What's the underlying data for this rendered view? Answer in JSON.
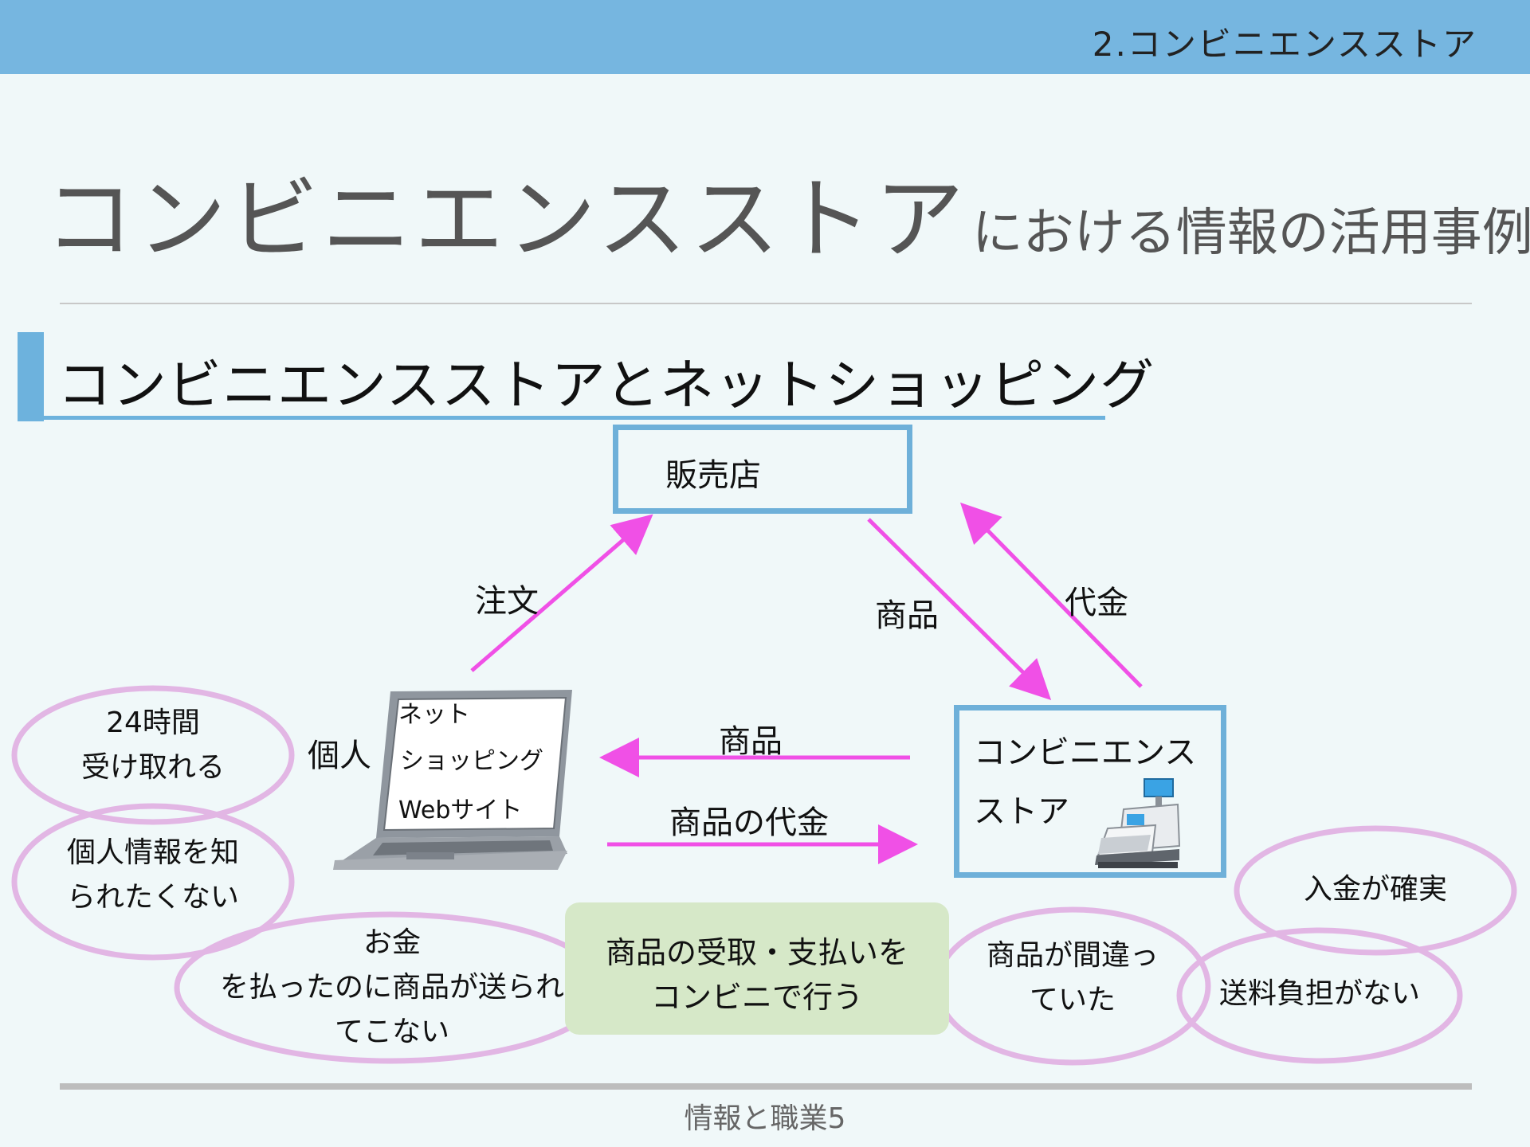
{
  "header": {
    "section_label": "2.コンビニエンスストア"
  },
  "slide": {
    "title_main": "コンビニエンスストア",
    "title_sub": "における情報の活用事例",
    "section_heading": "コンビニエンスストアとネットショッピング"
  },
  "diagram": {
    "nodes": {
      "shop": "販売店",
      "individual": "個人",
      "convenience_store_line1": "コンビニエンス",
      "convenience_store_line2": "ストア"
    },
    "laptop_screen": [
      "ネット",
      "ショッピング",
      "Webサイト"
    ],
    "arrows": {
      "order": "注文",
      "goods_shop_to_store": "商品",
      "payment_store_to_shop": "代金",
      "goods_store_to_individual": "商品",
      "payment_individual_to_store": "商品の代金"
    },
    "center_note": "商品の受取・支払いを\nコンビニで行う",
    "bubbles": [
      "24時間\n受け取れる",
      "個人情報を知\nられたくない",
      "お金\nを払ったのに商品が送られ\nてこない",
      "商品が間違っ\nていた",
      "入金が確実",
      "送料負担がない"
    ]
  },
  "footer": {
    "label": "情報と職業5"
  },
  "colors": {
    "header_bar": "#76b6e0",
    "box_border": "#6eb0d9",
    "arrow": "#f050e6",
    "bubble": "#e2b6e4",
    "note_bg": "#d6e8c8"
  }
}
